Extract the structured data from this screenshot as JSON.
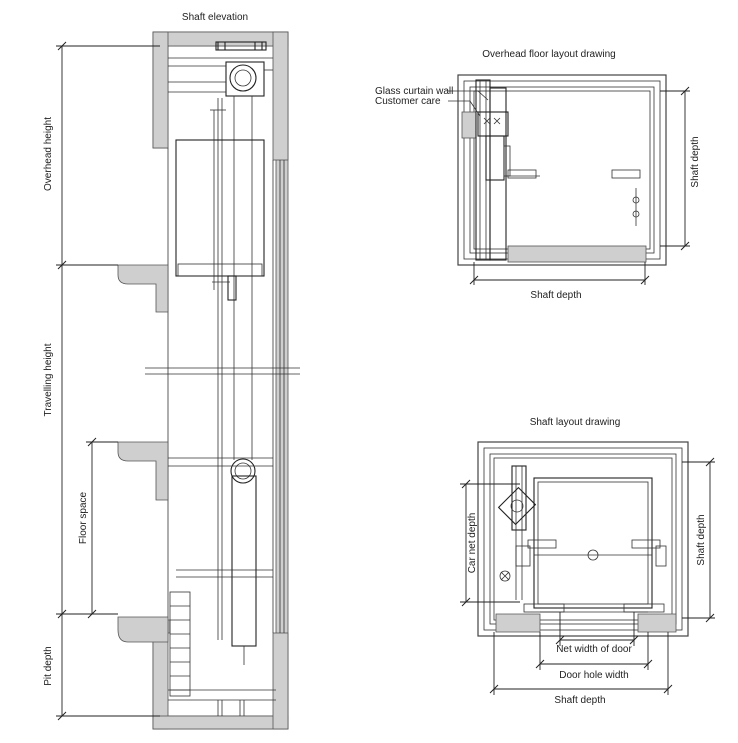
{
  "elevation": {
    "title": "Shaft elevation",
    "dim_overhead": "Overhead height",
    "dim_travelling": "Travelling height",
    "dim_floor": "Floor space",
    "dim_pit": "Pit depth"
  },
  "overhead": {
    "title": "Overhead floor layout drawing",
    "label_glass": "Glass curtain wall",
    "label_care": "Customer care",
    "dim_right": "Shaft depth",
    "dim_bottom": "Shaft depth"
  },
  "shaft": {
    "title": "Shaft layout drawing",
    "dim_car_net": "Car net depth",
    "dim_right": "Shaft depth",
    "dim_net_door": "Net width of door",
    "dim_door_hole": "Door hole width",
    "dim_bottom": "Shaft depth"
  }
}
